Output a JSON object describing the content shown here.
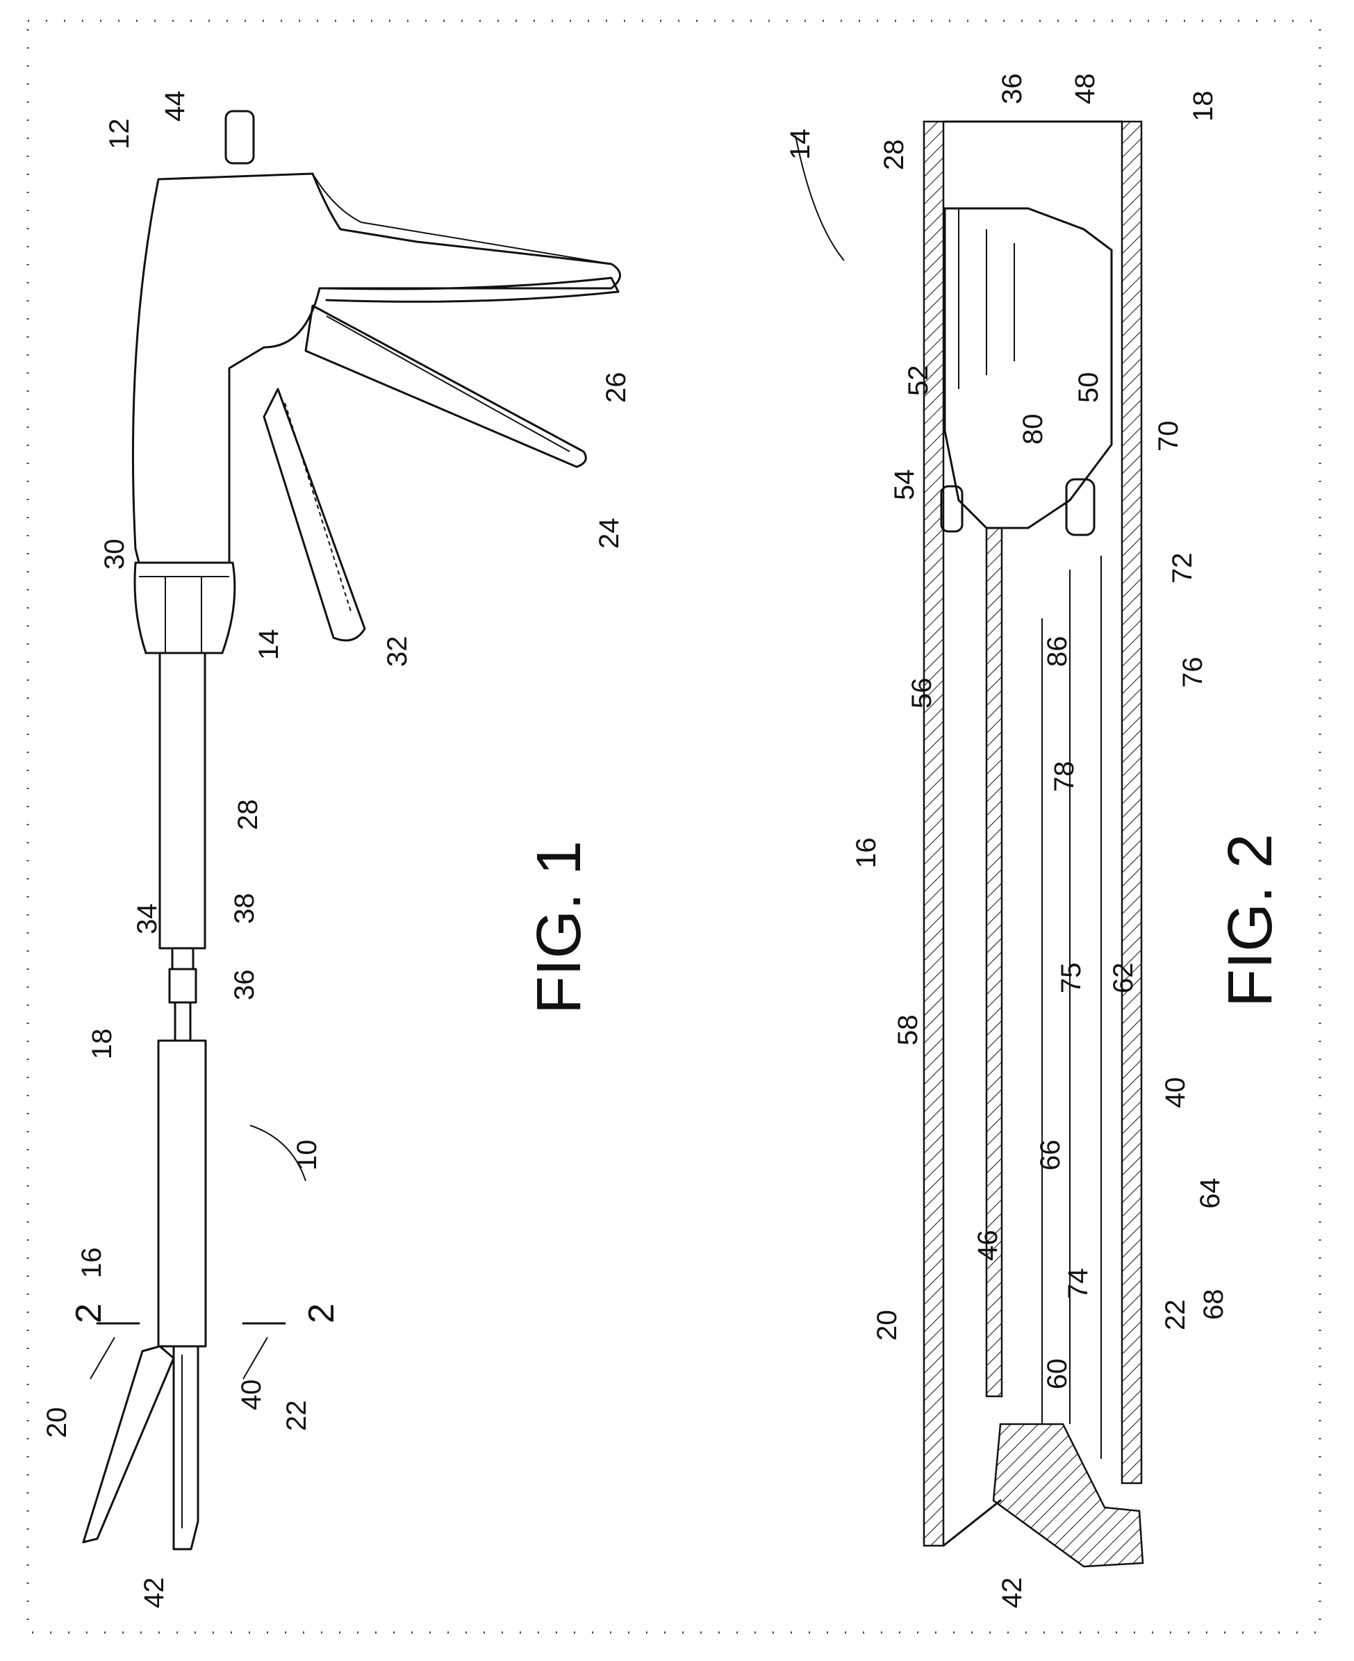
{
  "fig1": {
    "caption": "FIG. 1",
    "labels": [
      "10",
      "12",
      "14",
      "16",
      "18",
      "2",
      "2",
      "20",
      "22",
      "24",
      "26",
      "28",
      "30",
      "32",
      "34",
      "36",
      "38",
      "40",
      "42",
      "44"
    ]
  },
  "fig2": {
    "caption": "FIG. 2",
    "labels": [
      "14",
      "16",
      "18",
      "20",
      "22",
      "28",
      "36",
      "40",
      "42",
      "46",
      "48",
      "50",
      "52",
      "54",
      "56",
      "58",
      "60",
      "62",
      "64",
      "66",
      "68",
      "70",
      "72",
      "74",
      "75",
      "76",
      "78",
      "80",
      "86"
    ]
  }
}
